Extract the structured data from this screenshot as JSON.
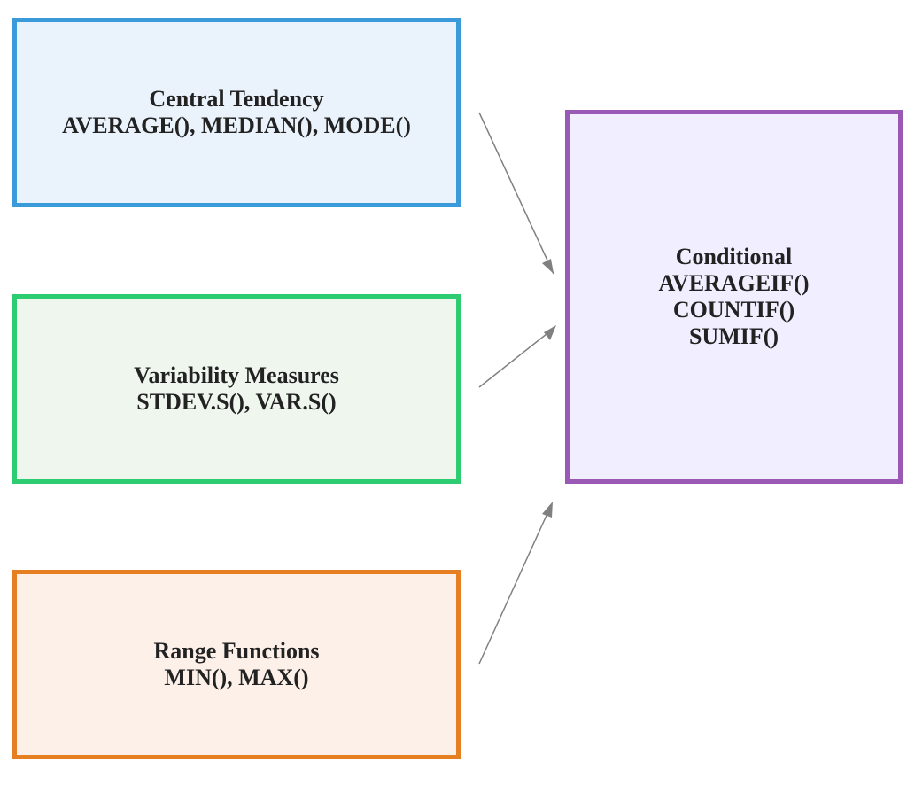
{
  "diagram": {
    "nodes": {
      "central_tendency": {
        "title": "Central Tendency",
        "functions": "AVERAGE(), MEDIAN(), MODE()",
        "border_color": "#3b9ad9",
        "fill_color": "#eaf3fc"
      },
      "variability": {
        "title": "Variability Measures",
        "functions": "STDEV.S(), VAR.S()",
        "border_color": "#2ecc71",
        "fill_color": "#eef6ee"
      },
      "range": {
        "title": "Range Functions",
        "functions": "MIN(), MAX()",
        "border_color": "#e67e22",
        "fill_color": "#fcf0e8"
      },
      "conditional": {
        "title": "Conditional",
        "functions": [
          "AVERAGEIF()",
          "COUNTIF()",
          "SUMIF()"
        ],
        "border_color": "#9b59b6",
        "fill_color": "#f1efff"
      }
    },
    "edges": [
      {
        "from": "central_tendency",
        "to": "conditional"
      },
      {
        "from": "variability",
        "to": "conditional"
      },
      {
        "from": "range",
        "to": "conditional"
      }
    ],
    "edge_color": "#808080"
  }
}
